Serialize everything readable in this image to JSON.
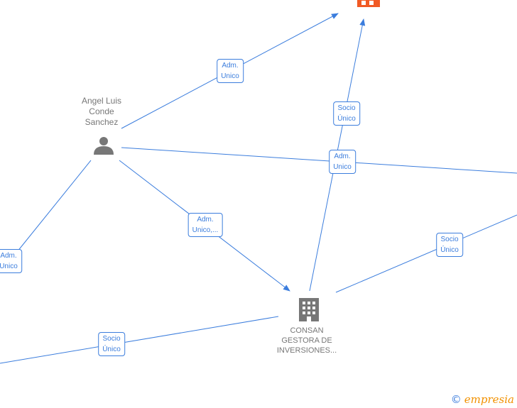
{
  "nodes": {
    "person": {
      "name": "Angel Luis Conde Sanchez",
      "lines": [
        "Angel Luis",
        "Conde",
        "Sanchez"
      ],
      "icon": "person-icon"
    },
    "company": {
      "lines": [
        "CONSAN",
        "GESTORA DE",
        "INVERSIONES..."
      ],
      "icon": "building-icon"
    },
    "top_company": {
      "icon": "building-icon",
      "color": "#f15a24"
    }
  },
  "edges": [
    {
      "label": "Adm. Unico",
      "lines": [
        "Adm.",
        "Unico"
      ]
    },
    {
      "label": "Socio Único",
      "lines": [
        "Socio",
        "Único"
      ]
    },
    {
      "label": "Adm. Unico",
      "lines": [
        "Adm.",
        "Unico"
      ]
    },
    {
      "label": "Adm. Unico",
      "lines": [
        "Adm.",
        "Unico"
      ]
    },
    {
      "label": "Adm. Unico,...",
      "lines": [
        "Adm.",
        "Unico,..."
      ]
    },
    {
      "label": "Socio Único",
      "lines": [
        "Socio",
        "Único"
      ]
    },
    {
      "label": "Socio Único",
      "lines": [
        "Socio",
        "Único"
      ]
    }
  ],
  "colors": {
    "edge": "#3b7ddd",
    "node": "#777777",
    "accent": "#f15a24"
  },
  "brand": {
    "copyright": "©",
    "name": "empresia"
  }
}
